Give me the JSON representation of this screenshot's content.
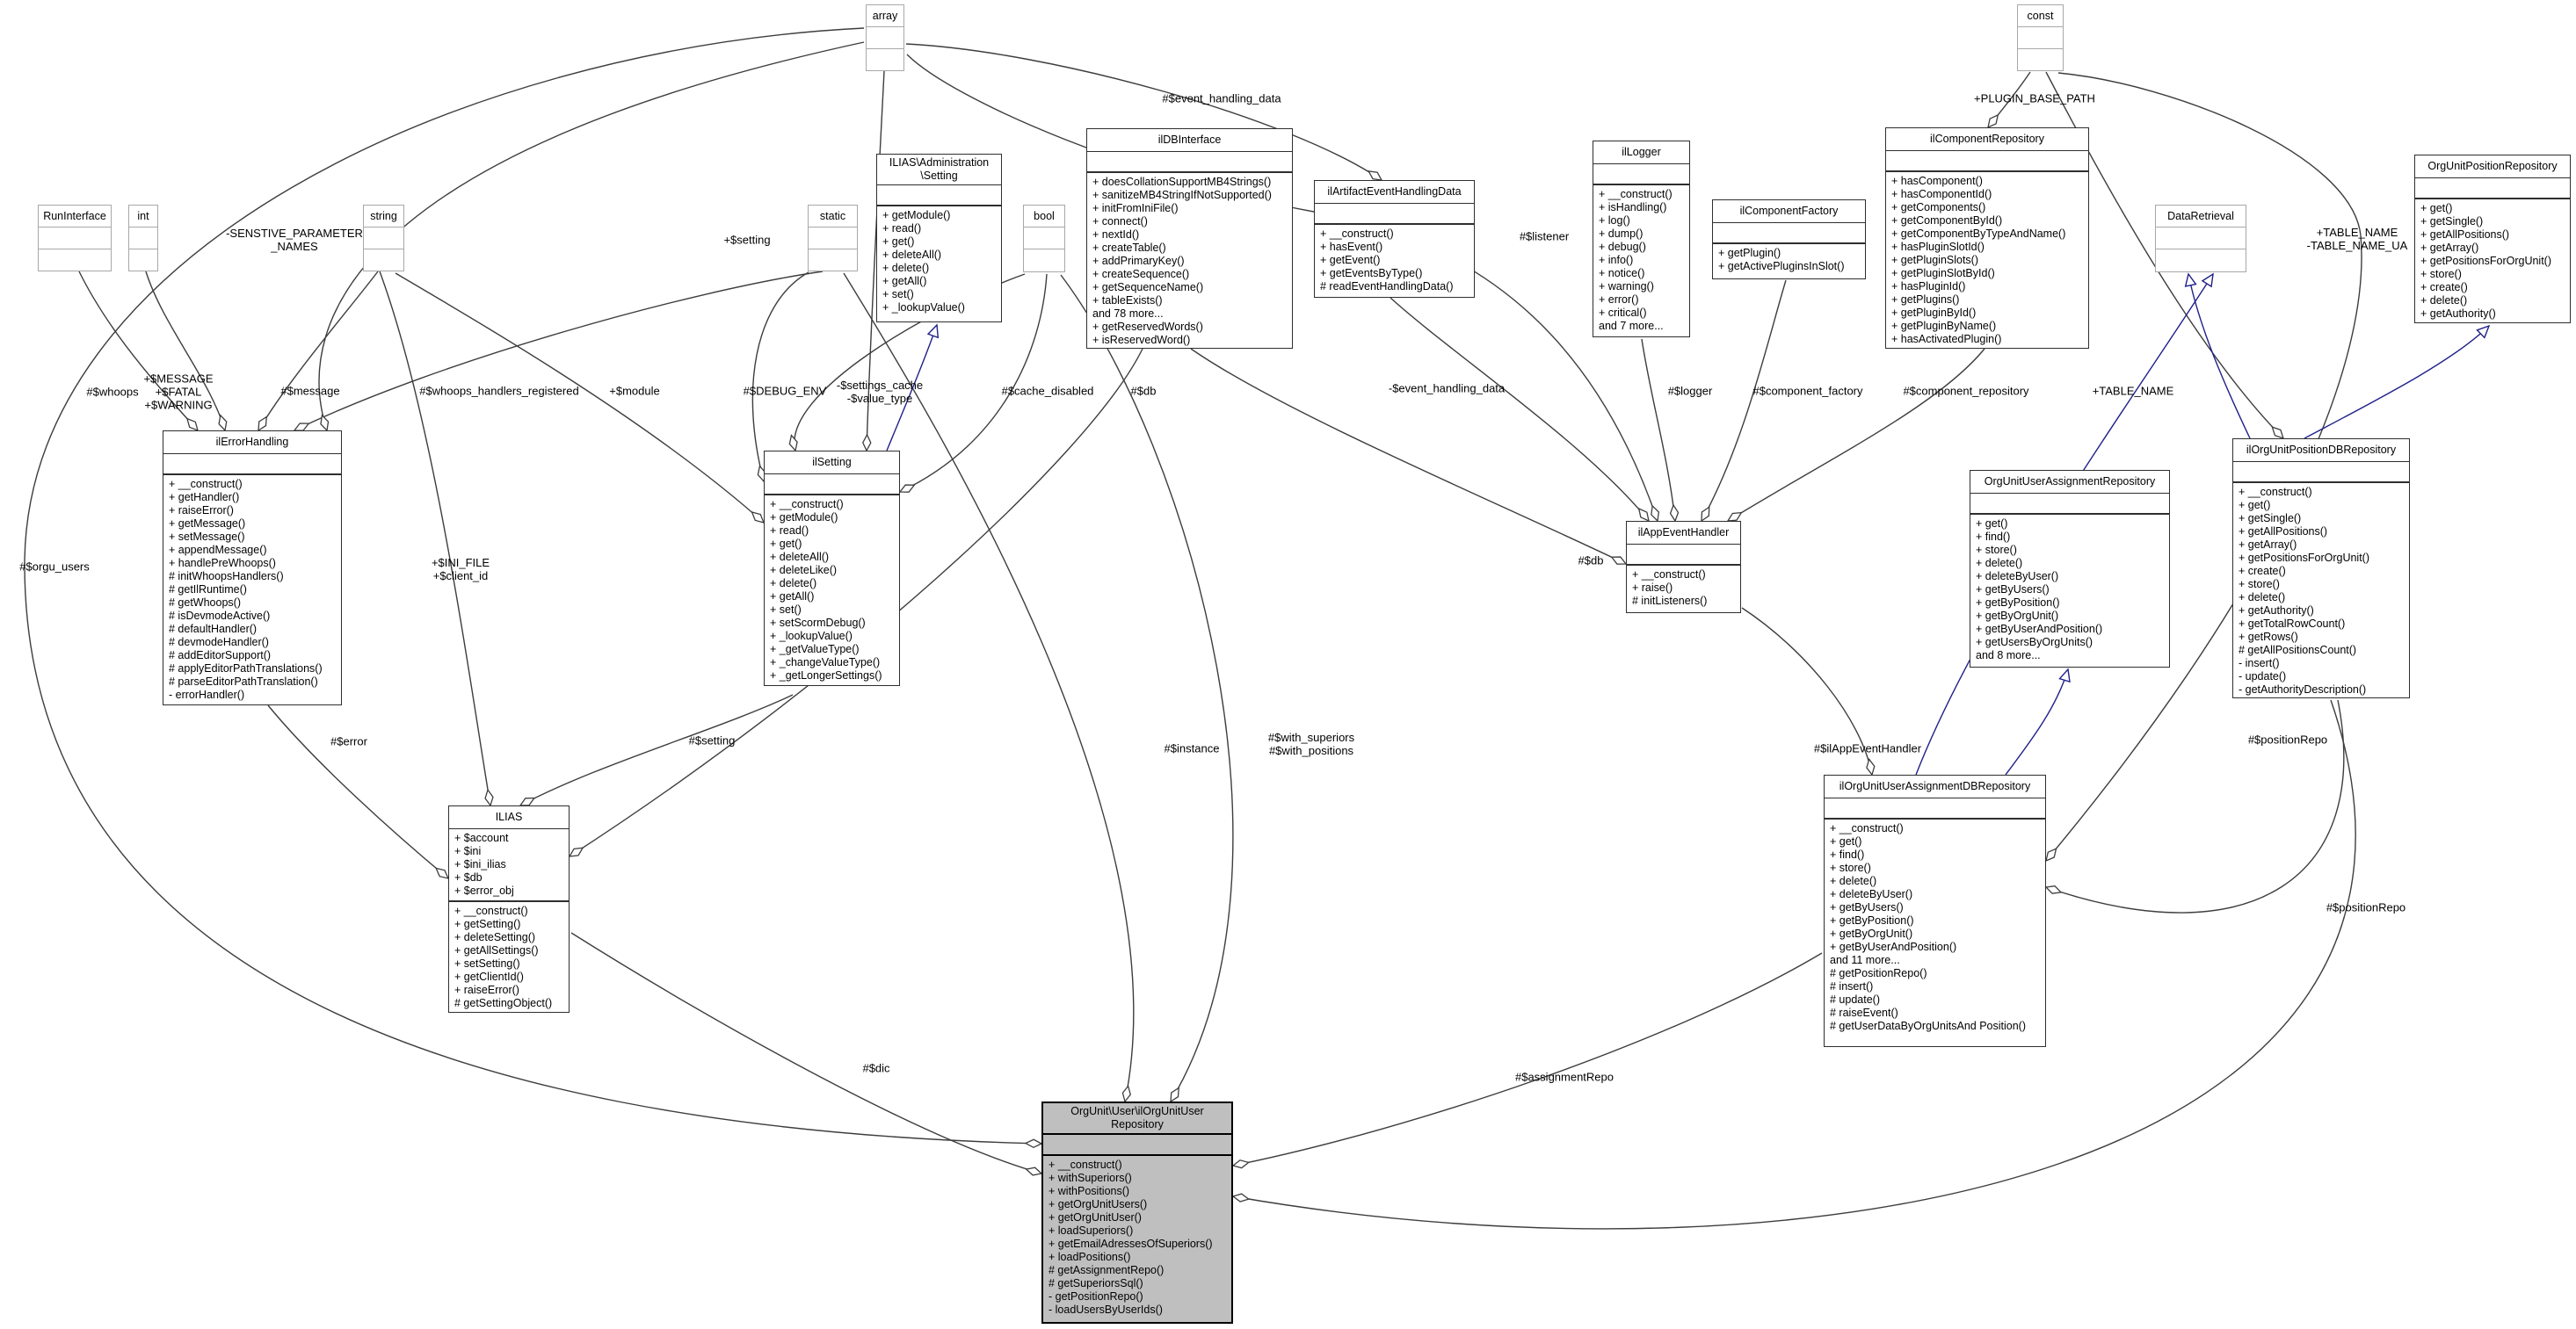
{
  "colors": {
    "node_border": "#2e2e2e",
    "type_node_border": "#a8a8a8",
    "highlight_node_bg": "#bfbfbf",
    "inheritance_edge": "#20208a",
    "member_edge": "#3d3d3d"
  },
  "classes": {
    "array": {
      "title": "array"
    },
    "const": {
      "title": "const"
    },
    "run_interface": {
      "title": "RunInterface"
    },
    "int": {
      "title": "int"
    },
    "string": {
      "title": "string"
    },
    "static": {
      "title": "static"
    },
    "bool": {
      "title": "bool"
    },
    "data_retrieval": {
      "title": "DataRetrieval"
    },
    "admin_setting": {
      "title": "ILIAS\\Administration\n\\Setting",
      "attributes": [],
      "methods": [
        "+ getModule()",
        "+ read()",
        "+ get()",
        "+ deleteAll()",
        "+ delete()",
        "+ getAll()",
        "+ set()",
        "+ _lookupValue()"
      ]
    },
    "il_db_interface": {
      "title": "ilDBInterface",
      "attributes": [],
      "methods": [
        "+ doesCollationSupportMB4Strings()",
        "+ sanitizeMB4StringIfNotSupported()",
        "+ initFromIniFile()",
        "+ connect()",
        "+ nextId()",
        "+ createTable()",
        "+ addPrimaryKey()",
        "+ createSequence()",
        "+ getSequenceName()",
        "+ tableExists()",
        "and 78 more...",
        "+ getReservedWords()",
        "+ isReservedWord()"
      ]
    },
    "il_artifact_event_handling_data": {
      "title": "ilArtifactEventHandlingData",
      "attributes": [],
      "methods": [
        "+ __construct()",
        "+ hasEvent()",
        "+ getEvent()",
        "+ getEventsByType()",
        "# readEventHandlingData()"
      ]
    },
    "il_logger": {
      "title": "ilLogger",
      "attributes": [],
      "methods": [
        "+ __construct()",
        "+ isHandling()",
        "+ log()",
        "+ dump()",
        "+ debug()",
        "+ info()",
        "+ notice()",
        "+ warning()",
        "+ error()",
        "+ critical()",
        "and 7 more..."
      ]
    },
    "il_component_factory": {
      "title": "ilComponentFactory",
      "attributes": [],
      "methods": [
        "+ getPlugin()",
        "+ getActivePluginsInSlot()"
      ]
    },
    "il_component_repository": {
      "title": "ilComponentRepository",
      "attributes": [],
      "methods": [
        "+ hasComponent()",
        "+ hasComponentId()",
        "+ getComponents()",
        "+ getComponentById()",
        "+ getComponentByTypeAndName()",
        "+ hasPluginSlotId()",
        "+ getPluginSlots()",
        "+ getPluginSlotById()",
        "+ hasPluginId()",
        "+ getPlugins()",
        "+ getPluginById()",
        "+ getPluginByName()",
        "+ hasActivatedPlugin()"
      ]
    },
    "org_unit_position_repository": {
      "title": "OrgUnitPositionRepository",
      "attributes": [],
      "methods": [
        "+ get()",
        "+ getSingle()",
        "+ getAllPositions()",
        "+ getArray()",
        "+ getPositionsForOrgUnit()",
        "+ store()",
        "+ create()",
        "+ delete()",
        "+ getAuthority()"
      ]
    },
    "il_error_handling": {
      "title": "ilErrorHandling",
      "attributes": [],
      "methods": [
        "+ __construct()",
        "+ getHandler()",
        "+ raiseError()",
        "+ getMessage()",
        "+ setMessage()",
        "+ appendMessage()",
        "+ handlePreWhoops()",
        "# initWhoopsHandlers()",
        "# getIlRuntime()",
        "# getWhoops()",
        "# isDevmodeActive()",
        "# defaultHandler()",
        "# devmodeHandler()",
        "# addEditorSupport()",
        "# applyEditorPathTranslations()",
        "# parseEditorPathTranslation()",
        "- errorHandler()"
      ]
    },
    "il_setting": {
      "title": "ilSetting",
      "attributes": [],
      "methods": [
        "+ __construct()",
        "+ getModule()",
        "+ read()",
        "+ get()",
        "+ deleteAll()",
        "+ deleteLike()",
        "+ delete()",
        "+ getAll()",
        "+ set()",
        "+ setScormDebug()",
        "+ _lookupValue()",
        "+ _getValueType()",
        "+ _changeValueType()",
        "+ _getLongerSettings()"
      ]
    },
    "ilias": {
      "title": "ILIAS",
      "attributes": [
        "+ $account",
        "+ $ini",
        "+ $ini_ilias",
        "+ $db",
        "+ $error_obj"
      ],
      "methods": [
        "+ __construct()",
        "+ getSetting()",
        "+ deleteSetting()",
        "+ getAllSettings()",
        "+ setSetting()",
        "+ getClientId()",
        "+ raiseError()",
        "# getSettingObject()"
      ]
    },
    "il_app_event_handler": {
      "title": "ilAppEventHandler",
      "attributes": [],
      "methods": [
        "+ __construct()",
        "+ raise()",
        "# initListeners()"
      ]
    },
    "org_unit_user_assignment_repository": {
      "title": "OrgUnitUserAssignmentRepository",
      "attributes": [],
      "methods": [
        "+ get()",
        "+ find()",
        "+ store()",
        "+ delete()",
        "+ deleteByUser()",
        "+ getByUsers()",
        "+ getByPosition()",
        "+ getByOrgUnit()",
        "+ getByUserAndPosition()",
        "+ getUsersByOrgUnits()",
        "and 8 more..."
      ]
    },
    "il_org_unit_position_db_repository": {
      "title": "ilOrgUnitPositionDBRepository",
      "attributes": [],
      "methods": [
        "+ __construct()",
        "+ get()",
        "+ getSingle()",
        "+ getAllPositions()",
        "+ getArray()",
        "+ getPositionsForOrgUnit()",
        "+ create()",
        "+ store()",
        "+ delete()",
        "+ getAuthority()",
        "+ getTotalRowCount()",
        "+ getRows()",
        "# getAllPositionsCount()",
        "- insert()",
        "- update()",
        "- getAuthorityDescription()"
      ]
    },
    "il_org_unit_user_assignment_db_repository": {
      "title": "ilOrgUnitUserAssignmentDBRepository",
      "attributes": [],
      "methods": [
        "+ __construct()",
        "+ get()",
        "+ find()",
        "+ store()",
        "+ delete()",
        "+ deleteByUser()",
        "+ getByUsers()",
        "+ getByPosition()",
        "+ getByOrgUnit()",
        "+ getByUserAndPosition()",
        "and 11 more...",
        "# getPositionRepo()",
        "# insert()",
        "# update()",
        "# raiseEvent()",
        "# getUserDataByOrgUnitsAnd Position()"
      ]
    },
    "org_unit_user_repository": {
      "title": "OrgUnit\\User\\ilOrgUnitUser\nRepository",
      "attributes": [],
      "methods": [
        "+ __construct()",
        "+ withSuperiors()",
        "+ withPositions()",
        "+ getOrgUnitUsers()",
        "+ getOrgUnitUser()",
        "+ loadSuperiors()",
        "+ getEmailAdressesOfSuperiors()",
        "+ loadPositions()",
        "# getAssignmentRepo()",
        "# getSuperiorsSql()",
        "- getPositionRepo()",
        "- loadUsersByUserIds()"
      ]
    }
  },
  "edge_labels": {
    "whoops": {
      "text": "#$whoops"
    },
    "message_consts": {
      "text": "+$MESSAGE\n+$FATAL\n+$WARNING"
    },
    "message": {
      "text": "#$message"
    },
    "whoops_handlers_registered": {
      "text": "#$whoops_handlers_registered"
    },
    "module": {
      "text": "+$module"
    },
    "debug_env": {
      "text": "#$DEBUG_ENV"
    },
    "settings_cache": {
      "text": "-$settings_cache\n-$value_type"
    },
    "cache_disabled": {
      "text": "#$cache_disabled"
    },
    "db_setting": {
      "text": "#$db"
    },
    "event_handling_data_array": {
      "text": "#$event_handling_data"
    },
    "sensitive_parameter_names": {
      "text": "-SENSTIVE_PARAMETER\n_NAMES"
    },
    "setting_static": {
      "text": "+$setting"
    },
    "listener": {
      "text": "#$listener"
    },
    "event_handling_data": {
      "text": "-$event_handling_data"
    },
    "logger": {
      "text": "#$logger"
    },
    "component_factory": {
      "text": "#$component_factory"
    },
    "component_repository": {
      "text": "#$component_repository"
    },
    "table_name": {
      "text": "+TABLE_NAME"
    },
    "plugin_base_path": {
      "text": "+PLUGIN_BASE_PATH"
    },
    "table_name_ua": {
      "text": "+TABLE_NAME\n-TABLE_NAME_UA"
    },
    "orgu_users": {
      "text": "#$orgu_users"
    },
    "ini_file_client_id": {
      "text": "+$INI_FILE\n+$client_id"
    },
    "error": {
      "text": "#$error"
    },
    "setting": {
      "text": "#$setting"
    },
    "db_app_event": {
      "text": "#$db"
    },
    "instance": {
      "text": "#$instance"
    },
    "with_superiors_positions": {
      "text": "#$with_superiors\n#$with_positions"
    },
    "il_app_event_handler": {
      "text": "#$ilAppEventHandler"
    },
    "position_repo_1": {
      "text": "#$positionRepo"
    },
    "position_repo_2": {
      "text": "#$positionRepo"
    },
    "dic": {
      "text": "#$dic"
    },
    "assignment_repo": {
      "text": "#$assignmentRepo"
    }
  }
}
